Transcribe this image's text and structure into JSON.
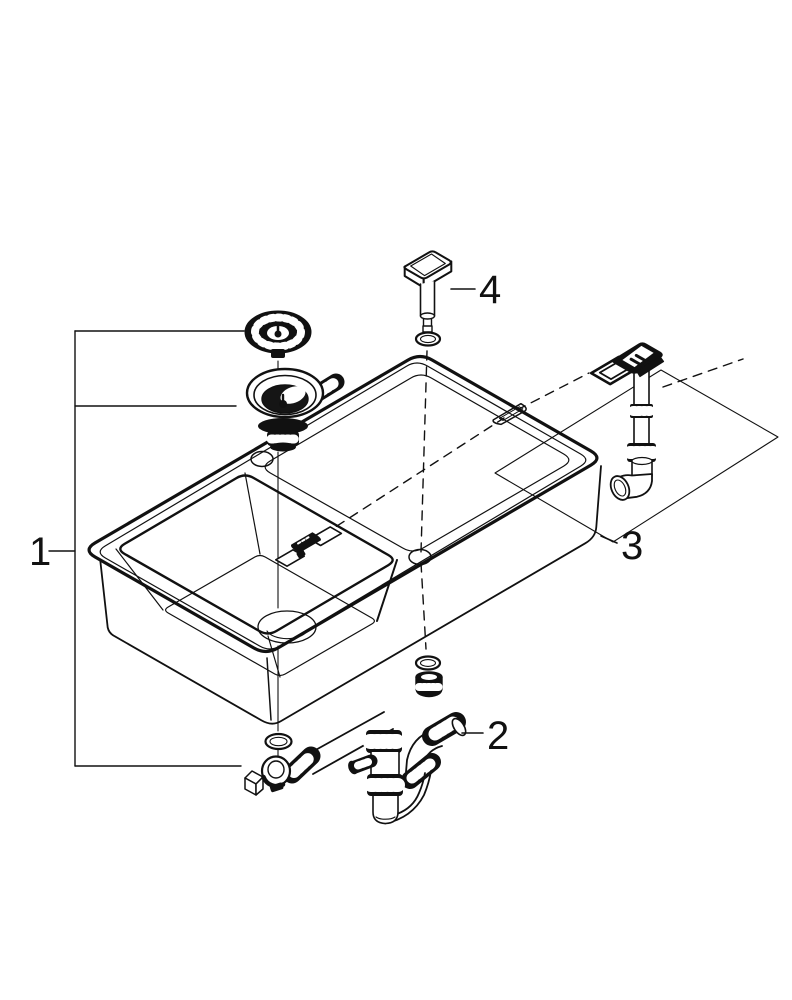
{
  "diagram": {
    "type": "exploded-parts-diagram",
    "subject": "kitchen-sink-drain-and-overflow-assembly",
    "background_color": "#ffffff",
    "line_color": "#111111",
    "callouts": [
      {
        "id": "part-1",
        "label": "1"
      },
      {
        "id": "part-2",
        "label": "2"
      },
      {
        "id": "part-3",
        "label": "3"
      },
      {
        "id": "part-4",
        "label": "4"
      }
    ]
  }
}
